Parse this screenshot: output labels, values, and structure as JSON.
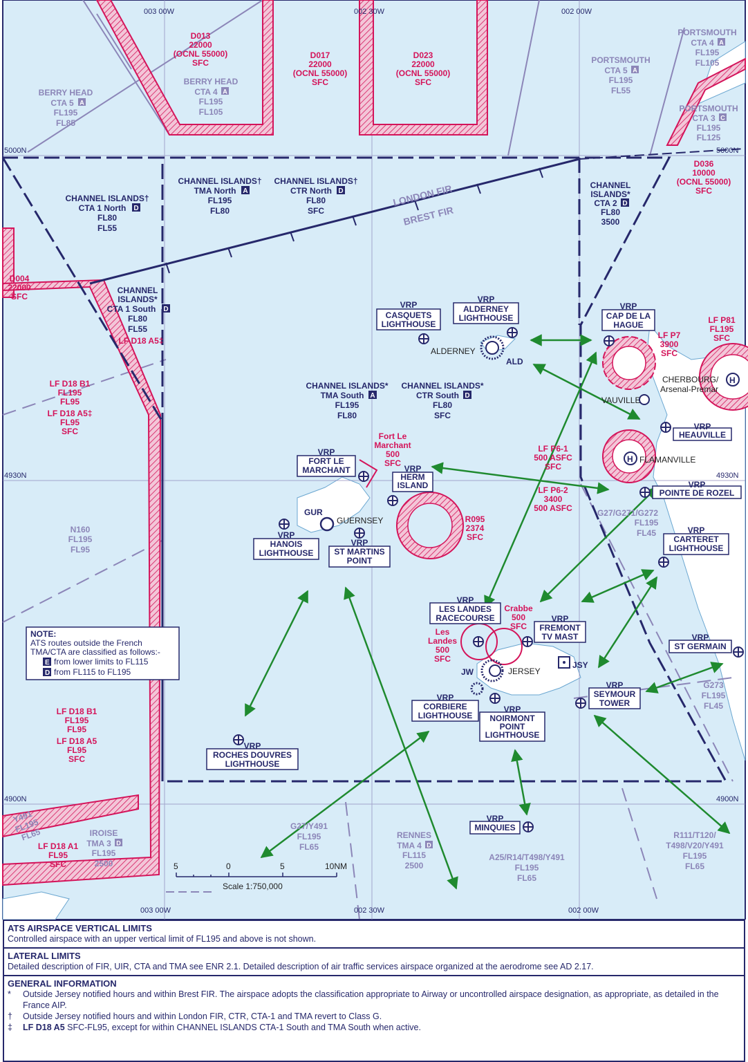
{
  "coords": {
    "lon_top": [
      "003 00W",
      "002 30W",
      "002 00W"
    ],
    "lon_bottom": [
      "003 00W",
      "002 30W",
      "002 00W"
    ],
    "lat_left": [
      "5000N",
      "4930N",
      "4900N"
    ],
    "lat_right": [
      "5000N",
      "4930N",
      "4900N"
    ]
  },
  "fir": {
    "london": "LONDON FIR",
    "brest": "BREST FIR"
  },
  "zones": {
    "d013": [
      "D013",
      "22000",
      "(OCNL 55000)",
      "SFC"
    ],
    "d017": [
      "D017",
      "22000",
      "(OCNL 55000)",
      "SFC"
    ],
    "d023": [
      "D023",
      "22000",
      "(OCNL 55000)",
      "SFC"
    ],
    "d036": [
      "D036",
      "10000",
      "(OCNL 55000)",
      "SFC"
    ],
    "d004": [
      "D004",
      "22000",
      "SFC"
    ],
    "lfp81": [
      "LF P81",
      "FL195",
      "SFC"
    ],
    "lfp7": [
      "LF P7",
      "3900",
      "SFC"
    ],
    "lfp61": [
      "LF P6-1",
      "500 ASFC",
      "SFC"
    ],
    "lfp62": [
      "LF P6-2",
      "3400",
      "500 ASFC"
    ],
    "fortle": [
      "Fort Le",
      "Marchant",
      "500",
      "SFC"
    ],
    "r095": [
      "R095",
      "2374",
      "SFC"
    ],
    "crabbe": [
      "Crabbe",
      "500",
      "SFC"
    ],
    "leslandes": [
      "Les",
      "Landes",
      "500",
      "SFC"
    ],
    "lfd18b1a": [
      "LF D18 B1",
      "FL195",
      "FL95"
    ],
    "lfd18a5a": [
      "LF D18 A5‡",
      "FL95",
      "SFC"
    ],
    "lfd18b1b": [
      "LF D18 B1",
      "FL195",
      "FL95"
    ],
    "lfd18a5b": [
      "LF D18 A5",
      "FL95",
      "SFC"
    ],
    "lfd18a1": [
      "LF D18 A1",
      "FL95",
      "SFC"
    ],
    "lfd18a5c": "LF D18 A5‡"
  },
  "grey_areas": {
    "berryhead5": [
      "BERRY HEAD",
      "CTA 5",
      "A",
      "FL195",
      "FL85"
    ],
    "berryhead4": [
      "BERRY HEAD",
      "CTA 4",
      "A",
      "FL195",
      "FL105"
    ],
    "portsmouth5": [
      "PORTSMOUTH",
      "CTA 5",
      "A",
      "FL195",
      "FL55"
    ],
    "portsmouth4": [
      "PORTSMOUTH",
      "CTA 4",
      "A",
      "FL195",
      "FL105"
    ],
    "portsmouth3": [
      "PORTSMOUTH",
      "CTA 3",
      "C",
      "FL195",
      "FL125"
    ],
    "n160": [
      "N160",
      "FL195",
      "FL95"
    ],
    "iroise": [
      "IROISE",
      "TMA 3",
      "D",
      "FL195",
      "2500"
    ],
    "rennes": [
      "RENNES",
      "TMA 4",
      "D",
      "FL115",
      "2500"
    ],
    "g27": [
      "G27/Y491",
      "FL195",
      "FL65"
    ],
    "a25": [
      "A25/R14/T498/Y491",
      "FL195",
      "FL65"
    ],
    "r111": [
      "R111/T120/",
      "T498/V20/Y491",
      "FL195",
      "FL65"
    ],
    "g273": [
      "G273",
      "FL195",
      "FL45"
    ],
    "g27b": [
      "G27/G271/G272",
      "FL195",
      "FL45"
    ],
    "y491": [
      "Y491",
      "FL195",
      "FL65"
    ]
  },
  "ci_areas": {
    "cta1n": [
      "CHANNEL ISLANDS†",
      "CTA 1 North",
      "D",
      "FL80",
      "FL55"
    ],
    "tman": [
      "CHANNEL ISLANDS†",
      "TMA North",
      "A",
      "FL195",
      "FL80"
    ],
    "ctrn": [
      "CHANNEL ISLANDS†",
      "CTR North",
      "D",
      "FL80",
      "SFC"
    ],
    "cta2": [
      "CHANNEL",
      "ISLANDS*",
      "CTA 2",
      "D",
      "FL80",
      "3500"
    ],
    "cta1s": [
      "CHANNEL",
      "ISLANDS*",
      "CTA 1 South",
      "D",
      "FL80",
      "FL55"
    ],
    "tmas": [
      "CHANNEL ISLANDS*",
      "TMA South",
      "A",
      "FL195",
      "FL80"
    ],
    "ctrs": [
      "CHANNEL ISLANDS*",
      "CTR South",
      "D",
      "FL80",
      "SFC"
    ]
  },
  "vrps": {
    "casquets": [
      "VRP",
      "CASQUETS",
      "LIGHTHOUSE"
    ],
    "alderney": [
      "VRP",
      "ALDERNEY",
      "LIGHTHOUSE"
    ],
    "capdelahague": [
      "VRP",
      "CAP DE LA",
      "HAGUE"
    ],
    "heauville": [
      "VRP",
      "HEAUVILLE"
    ],
    "fortle": [
      "VRP",
      "FORT LE",
      "MARCHANT"
    ],
    "herm": [
      "VRP",
      "HERM",
      "ISLAND"
    ],
    "pointederozel": [
      "VRP",
      "POINTE DE ROZEL"
    ],
    "hanois": [
      "VRP",
      "HANOIS",
      "LIGHTHOUSE"
    ],
    "stmartins": [
      "VRP",
      "ST MARTINS",
      "POINT"
    ],
    "carteret": [
      "VRP",
      "CARTERET",
      "LIGHTHOUSE"
    ],
    "leslandes": [
      "VRP",
      "LES LANDES",
      "RACECOURSE"
    ],
    "fremont": [
      "VRP",
      "FREMONT",
      "TV MAST"
    ],
    "stgermain": [
      "VRP",
      "ST GERMAIN"
    ],
    "corbiere": [
      "VRP",
      "CORBIERE",
      "LIGHTHOUSE"
    ],
    "noirmont": [
      "VRP",
      "NOIRMONT",
      "POINT",
      "LIGHTHOUSE"
    ],
    "seymour": [
      "VRP",
      "SEYMOUR",
      "TOWER"
    ],
    "rochesdouvres": [
      "VRP",
      "ROCHES DOUVRES",
      "LIGHTHOUSE"
    ],
    "minquies": [
      "VRP",
      "MINQUIES"
    ]
  },
  "places": {
    "alderney": "ALDERNEY",
    "ald": "ALD",
    "guernsey": "GUERNSEY",
    "gur": "GUR",
    "jersey": "JERSEY",
    "jw": "JW",
    "jsy": "JSY",
    "cherbourg": "CHERBOURG/",
    "arsenal": "Arsenal-Premar",
    "vauville": "VAUVILLE",
    "flamanville": "FLAMANVILLE"
  },
  "note": {
    "title": "NOTE:",
    "line1": "ATS routes outside the French",
    "line2": "TMA/CTA are classified as follows:-",
    "e_letter": "E",
    "e_text": "from lower limits to FL115",
    "d_letter": "D",
    "d_text": "from FL115 to FL195"
  },
  "scale": {
    "ticks": [
      "5",
      "0",
      "5",
      "10NM"
    ],
    "label": "Scale 1:750,000"
  },
  "colors": {
    "sea": "#d8ecf8",
    "navy": "#26286b",
    "magenta": "#d4145a",
    "grey": "#8c86b8",
    "arrow": "#1f8a2f"
  },
  "footer": {
    "vertical_title": "ATS AIRSPACE VERTICAL LIMITS",
    "vertical_text": "Controlled airspace with an upper vertical limit of FL195 and above is not shown.",
    "lateral_title": "LATERAL LIMITS",
    "lateral_text": "Detailed description of FIR, UIR, CTA and TMA see ENR 2.1. Detailed description of air traffic services airspace organized at the aerodrome see AD 2.17.",
    "general_title": "GENERAL INFORMATION",
    "g1_mark": "*",
    "g1_text": "Outside Jersey notified hours and within Brest FIR. The airspace adopts the classification appropriate to Airway or uncontrolled airspace designation, as appropriate, as detailed in the France AIP.",
    "g2_mark": "†",
    "g2_text": "Outside Jersey notified hours and within London FIR, CTR, CTA-1 and TMA revert to Class G.",
    "g3_mark": "‡",
    "g3_bold": "LF D18 A5",
    "g3_text": " SFC-FL95, except for within CHANNEL ISLANDS CTA-1 South and TMA South when active."
  }
}
